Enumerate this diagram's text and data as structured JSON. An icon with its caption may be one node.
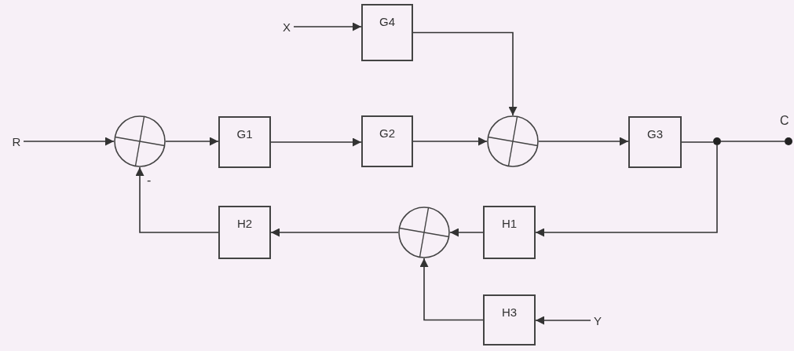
{
  "diagram": {
    "nodes": [
      {
        "text": [
          "X"
        ]
      },
      {
        "text": [
          "G4"
        ]
      },
      {
        "text": [
          "R"
        ]
      },
      {
        "text": [],
        "shape": "circle"
      },
      {
        "text": [
          "G1"
        ]
      },
      {
        "text": [
          "G2"
        ]
      },
      {
        "text": [],
        "shape": "circle"
      },
      {
        "text": [
          "G3"
        ]
      },
      {
        "text": [],
        "shape": "circle"
      },
      {
        "text": [],
        "shape": "circle",
        "beside": [
          "C"
        ]
      },
      {
        "text": [
          "H1"
        ]
      },
      {
        "text": [],
        "shape": "circle"
      },
      {
        "text": [
          "H2"
        ]
      },
      {
        "text": [
          "H3"
        ]
      },
      {
        "text": [
          "Y"
        ]
      }
    ],
    "edges": [
      {
        "from": 0,
        "to": 1,
        "arrow": "to"
      },
      {
        "from": 1,
        "to": 6,
        "arrow": "to"
      },
      {
        "from": 2,
        "to": 3,
        "arrow": "to"
      },
      {
        "from": 3,
        "to": 4,
        "arrow": "to"
      },
      {
        "from": 4,
        "to": 5,
        "arrow": "to"
      },
      {
        "from": 5,
        "to": 6,
        "arrow": "to"
      },
      {
        "from": 6,
        "to": 7,
        "arrow": "to"
      },
      {
        "from": 7,
        "to": 8,
        "arrow": "none"
      },
      {
        "from": 8,
        "to": 9,
        "arrow": "none"
      },
      {
        "from": 8,
        "to": 10,
        "arrow": "to"
      },
      {
        "from": 10,
        "to": 11,
        "arrow": "to"
      },
      {
        "from": 11,
        "to": 12,
        "arrow": "to"
      },
      {
        "from": 12,
        "to": 3,
        "arrow": "to",
        "label": "-"
      },
      {
        "from": 13,
        "to": 11,
        "arrow": "to"
      },
      {
        "from": 14,
        "to": 13,
        "arrow": "to"
      }
    ]
  }
}
